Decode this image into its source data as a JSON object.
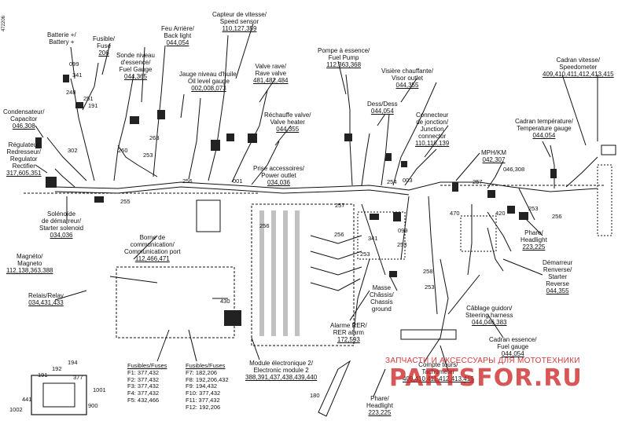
{
  "reference": "472206",
  "labels": {
    "battery": {
      "l1": "Batterie +/",
      "l2": "Battery +"
    },
    "fuse": {
      "l1": "Fusible/",
      "l2": "Fuse",
      "ref": "206"
    },
    "fuel_gauge_sender": {
      "l1": "Sonde niveau",
      "l2": "d'essence/",
      "l3": "Fuel Gauge",
      "ref": "044,365"
    },
    "back_light": {
      "l1": "Feu Arrière/",
      "l2": "Back light",
      "ref": "044,054"
    },
    "oil_gauge": {
      "l1": "Jauge niveau d'huile/",
      "l2": "Oil level gauge",
      "ref": "002,008,073"
    },
    "speed_sensor": {
      "l1": "Capteur de vitesse/",
      "l2": "Speed sensor",
      "ref": "110,127,359"
    },
    "rave_valve": {
      "l1": "Valve rave/",
      "l2": "Rave valve",
      "ref": "481,482,484"
    },
    "fuel_pump": {
      "l1": "Pompe à essence/",
      "l2": "Fuel Pump",
      "ref": "112,363,368"
    },
    "visor_outlet": {
      "l1": "Visière chauffante/",
      "l2": "Visor outlet",
      "ref": "044,355"
    },
    "speedometer": {
      "l1": "Cadran vitesse/",
      "l2": "Speedometer",
      "ref": "409,410,411,412,413,415"
    },
    "capacitor": {
      "l1": "Condensateur/",
      "l2": "Capacitor",
      "ref": "046,308"
    },
    "valve_heater": {
      "l1": "Réchauffe valve/",
      "l2": "Valve heater",
      "ref": "044,355"
    },
    "dess": {
      "l1": "Dess/Dess",
      "ref": "044,054"
    },
    "junction": {
      "l1": "Connecteur",
      "l2": "de jonction/",
      "l3": "Junction",
      "l4": "connector",
      "ref": "110,118,139"
    },
    "temp_gauge": {
      "l1": "Cadran température/",
      "l2": "Temperature gauge",
      "ref": "044,054"
    },
    "rectifier": {
      "l1": "Régulateur",
      "l2": "Redresseur/",
      "l3": "Regulator",
      "l4": "Rectifier",
      "ref": "317,605,351"
    },
    "mph_km": {
      "l1": "MPH/KM",
      "ref": "042,307"
    },
    "power_outlet": {
      "l1": "Prise accessoires/",
      "l2": "Power outlet",
      "ref": "034,036"
    },
    "starter_solenoid": {
      "l1": "Solénoïde",
      "l2": "de démarreur/",
      "l3": "Starter solenoid",
      "ref": "034,036"
    },
    "headlight_r": {
      "l1": "Phare/",
      "l2": "Headlight",
      "ref": "223,225"
    },
    "comm_port": {
      "l1": "Borne de",
      "l2": "communication/",
      "l3": "Communication port",
      "ref": "112,466,471"
    },
    "starter_reverse": {
      "l1": "Démarreur",
      "l2": "Renverse/",
      "l3": "Starter",
      "l4": "Reverse",
      "ref": "044,355"
    },
    "magneto": {
      "l1": "Magnéto/",
      "l2": "Magneto",
      "ref": "112,138,363,388"
    },
    "relay": {
      "l1": "Relais/Relay",
      "ref": "034,431,433"
    },
    "chassis_ground": {
      "l1": "Masse",
      "l2": "Châssis/",
      "l3": "Chassis",
      "l4": "ground"
    },
    "steering_harness": {
      "l1": "Câblage guidon/",
      "l2": "Steering harness",
      "ref": "044,046,383"
    },
    "rer_alarm": {
      "l1": "Alarme RER/",
      "l2": "RER alarm",
      "ref": "172,593"
    },
    "fuel_gauge": {
      "l1": "Cadran essence/",
      "l2": "Fuel gauge",
      "ref": "044,054"
    },
    "tachometer": {
      "l1": "Compte tours/",
      "l2": "Tachometer",
      "ref": "409,410,411,412,413,415"
    },
    "module2": {
      "l1": "Module électronique 2/",
      "l2": "Electronic module 2",
      "ref": "388,391,437,438,439,440"
    },
    "headlight_b": {
      "l1": "Phare/",
      "l2": "Headlight",
      "ref": "223,225"
    }
  },
  "fuses_left": {
    "header": "Fusibles/Fuses",
    "items": [
      "F1: 377,432",
      "F2: 377,432",
      "F3: 377,432",
      "F4: 377,432",
      "F5: 432,466"
    ]
  },
  "fuses_right": {
    "header": "Fusibles/Fuses",
    "items": [
      "F7: 182,206",
      "F8: 192,206,432",
      "F9: 194,432",
      "F10: 377,432",
      "F11: 377,432",
      "F12: 192,206"
    ]
  },
  "callouts": [
    "099",
    "341",
    "248",
    "251",
    "191",
    "302",
    "260",
    "263",
    "253",
    "256",
    "255",
    "001",
    "257",
    "254",
    "003",
    "256",
    "099",
    "341",
    "253",
    "253",
    "256",
    "258",
    "253",
    "257",
    "470",
    "046,308",
    "420",
    "253",
    "256",
    "430",
    "180",
    "900",
    "1001",
    "1002",
    "441",
    "192",
    "377",
    "191",
    "194"
  ],
  "watermark": {
    "line1": "ЗАПЧАСТИ И АКСЕССУАРЫ ДЛЯ МОТОТЕХНИКИ",
    "line2": "PARTSFOR.RU"
  }
}
